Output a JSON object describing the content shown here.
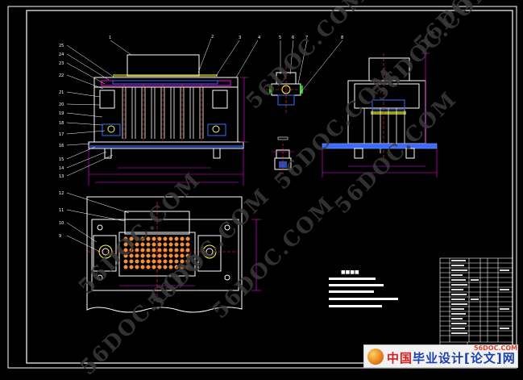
{
  "watermark": "56DOC.COM",
  "part_numbers_top": [
    "1",
    "2",
    "3",
    "4",
    "5",
    "6",
    "7",
    "8"
  ],
  "part_numbers_left": [
    "25",
    "24",
    "23",
    "22",
    "21",
    "20",
    "19",
    "18",
    "17",
    "16",
    "15",
    "14",
    "13"
  ],
  "part_numbers_plan": [
    "12",
    "11",
    "10",
    "9"
  ],
  "logo": {
    "brand_text_a": "中国",
    "brand_text_b": "毕业设计",
    "brand_text_c": "[论文]网",
    "url": "56DOC.COM"
  },
  "colors": {
    "background": "#000000",
    "line_white": "#ffffff",
    "dim_magenta": "#ff00ff",
    "center_red": "#ff3030",
    "part_blue": "#3a6bff",
    "part_yellow": "#ffff40",
    "part_green": "#30ff30",
    "watermark": "#3a3a3a"
  }
}
